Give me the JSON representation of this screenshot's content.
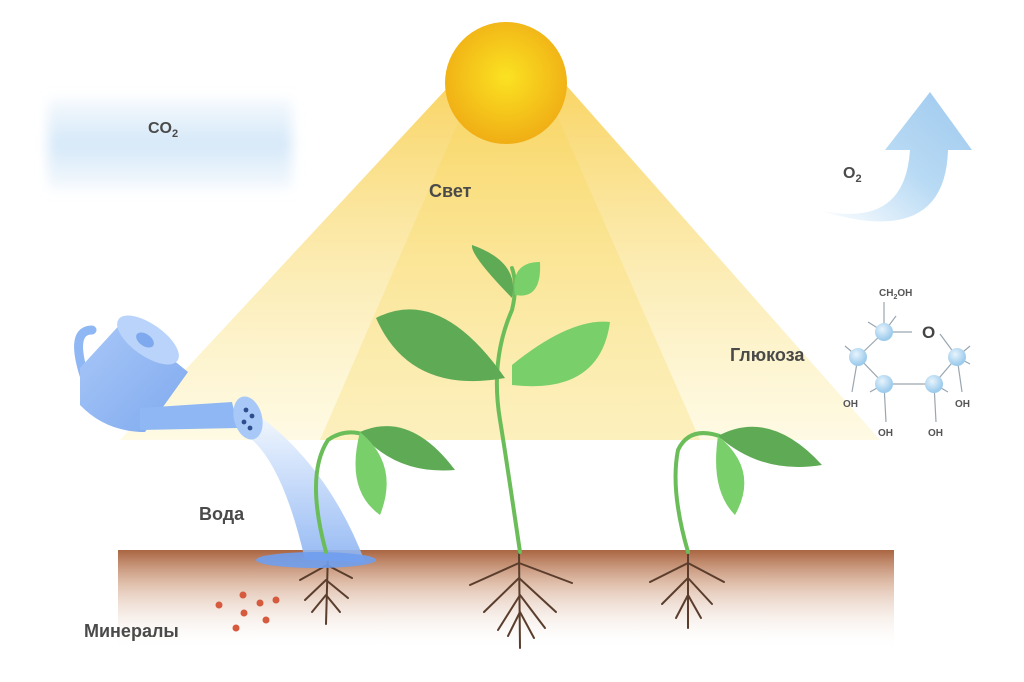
{
  "labels": {
    "co2_main": "CO",
    "co2_sub": "2",
    "o2_main": "O",
    "o2_sub": "2",
    "light": "Свет",
    "glucose": "Глюкоза",
    "water": "Вода",
    "minerals": "Минералы"
  },
  "glucose_molecule": {
    "ch2oh_main": "CH",
    "ch2oh_sub": "2",
    "ch2oh_tail": "OH",
    "ring_oxygen": "O",
    "oh_groups": [
      "OH",
      "OH",
      "OH",
      "OH"
    ]
  },
  "colors": {
    "sun": "#f4c21a",
    "light_beam": "#fbe493",
    "leaf_dark": "#5eaa55",
    "leaf_light": "#79cf6a",
    "stem": "#6bbd5a",
    "soil": "#a6623e",
    "roots": "#5a3d2c",
    "watering_can": "#8fb7f3",
    "water_stream": "#b7d1f7",
    "co2_cloud": "#dcecf9",
    "o2_arrow": "#a9d0f1",
    "mineral_dots": "#d65a3e",
    "atom": "#bcdcf3"
  }
}
